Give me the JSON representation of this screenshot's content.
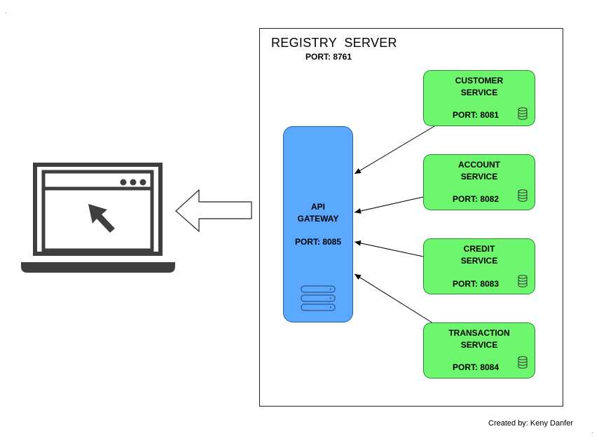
{
  "registry": {
    "title": "REGISTRY  SERVER",
    "port": "PORT: 8761"
  },
  "gateway": {
    "label": "API\nGATEWAY",
    "port": "PORT: 8085",
    "icon": "server-rack-icon"
  },
  "services": [
    {
      "name": "CUSTOMER\nSERVICE",
      "port": "PORT: 8081",
      "icon": "database-icon"
    },
    {
      "name": "ACCOUNT\nSERVICE",
      "port": "PORT: 8082",
      "icon": "database-icon"
    },
    {
      "name": "CREDIT\nSERVICE",
      "port": "PORT: 8083",
      "icon": "database-icon"
    },
    {
      "name": "TRANSACTION\nSERVICE",
      "port": "PORT: 8084",
      "icon": "database-icon"
    }
  ],
  "client": {
    "icon": "laptop-browser-cursor-icon"
  },
  "credit": "Created by: Keny Danfer",
  "colors": {
    "gateway_fill": "#5ba8ff",
    "service_fill": "#6ef56e",
    "laptop": "#3f3f3f"
  }
}
